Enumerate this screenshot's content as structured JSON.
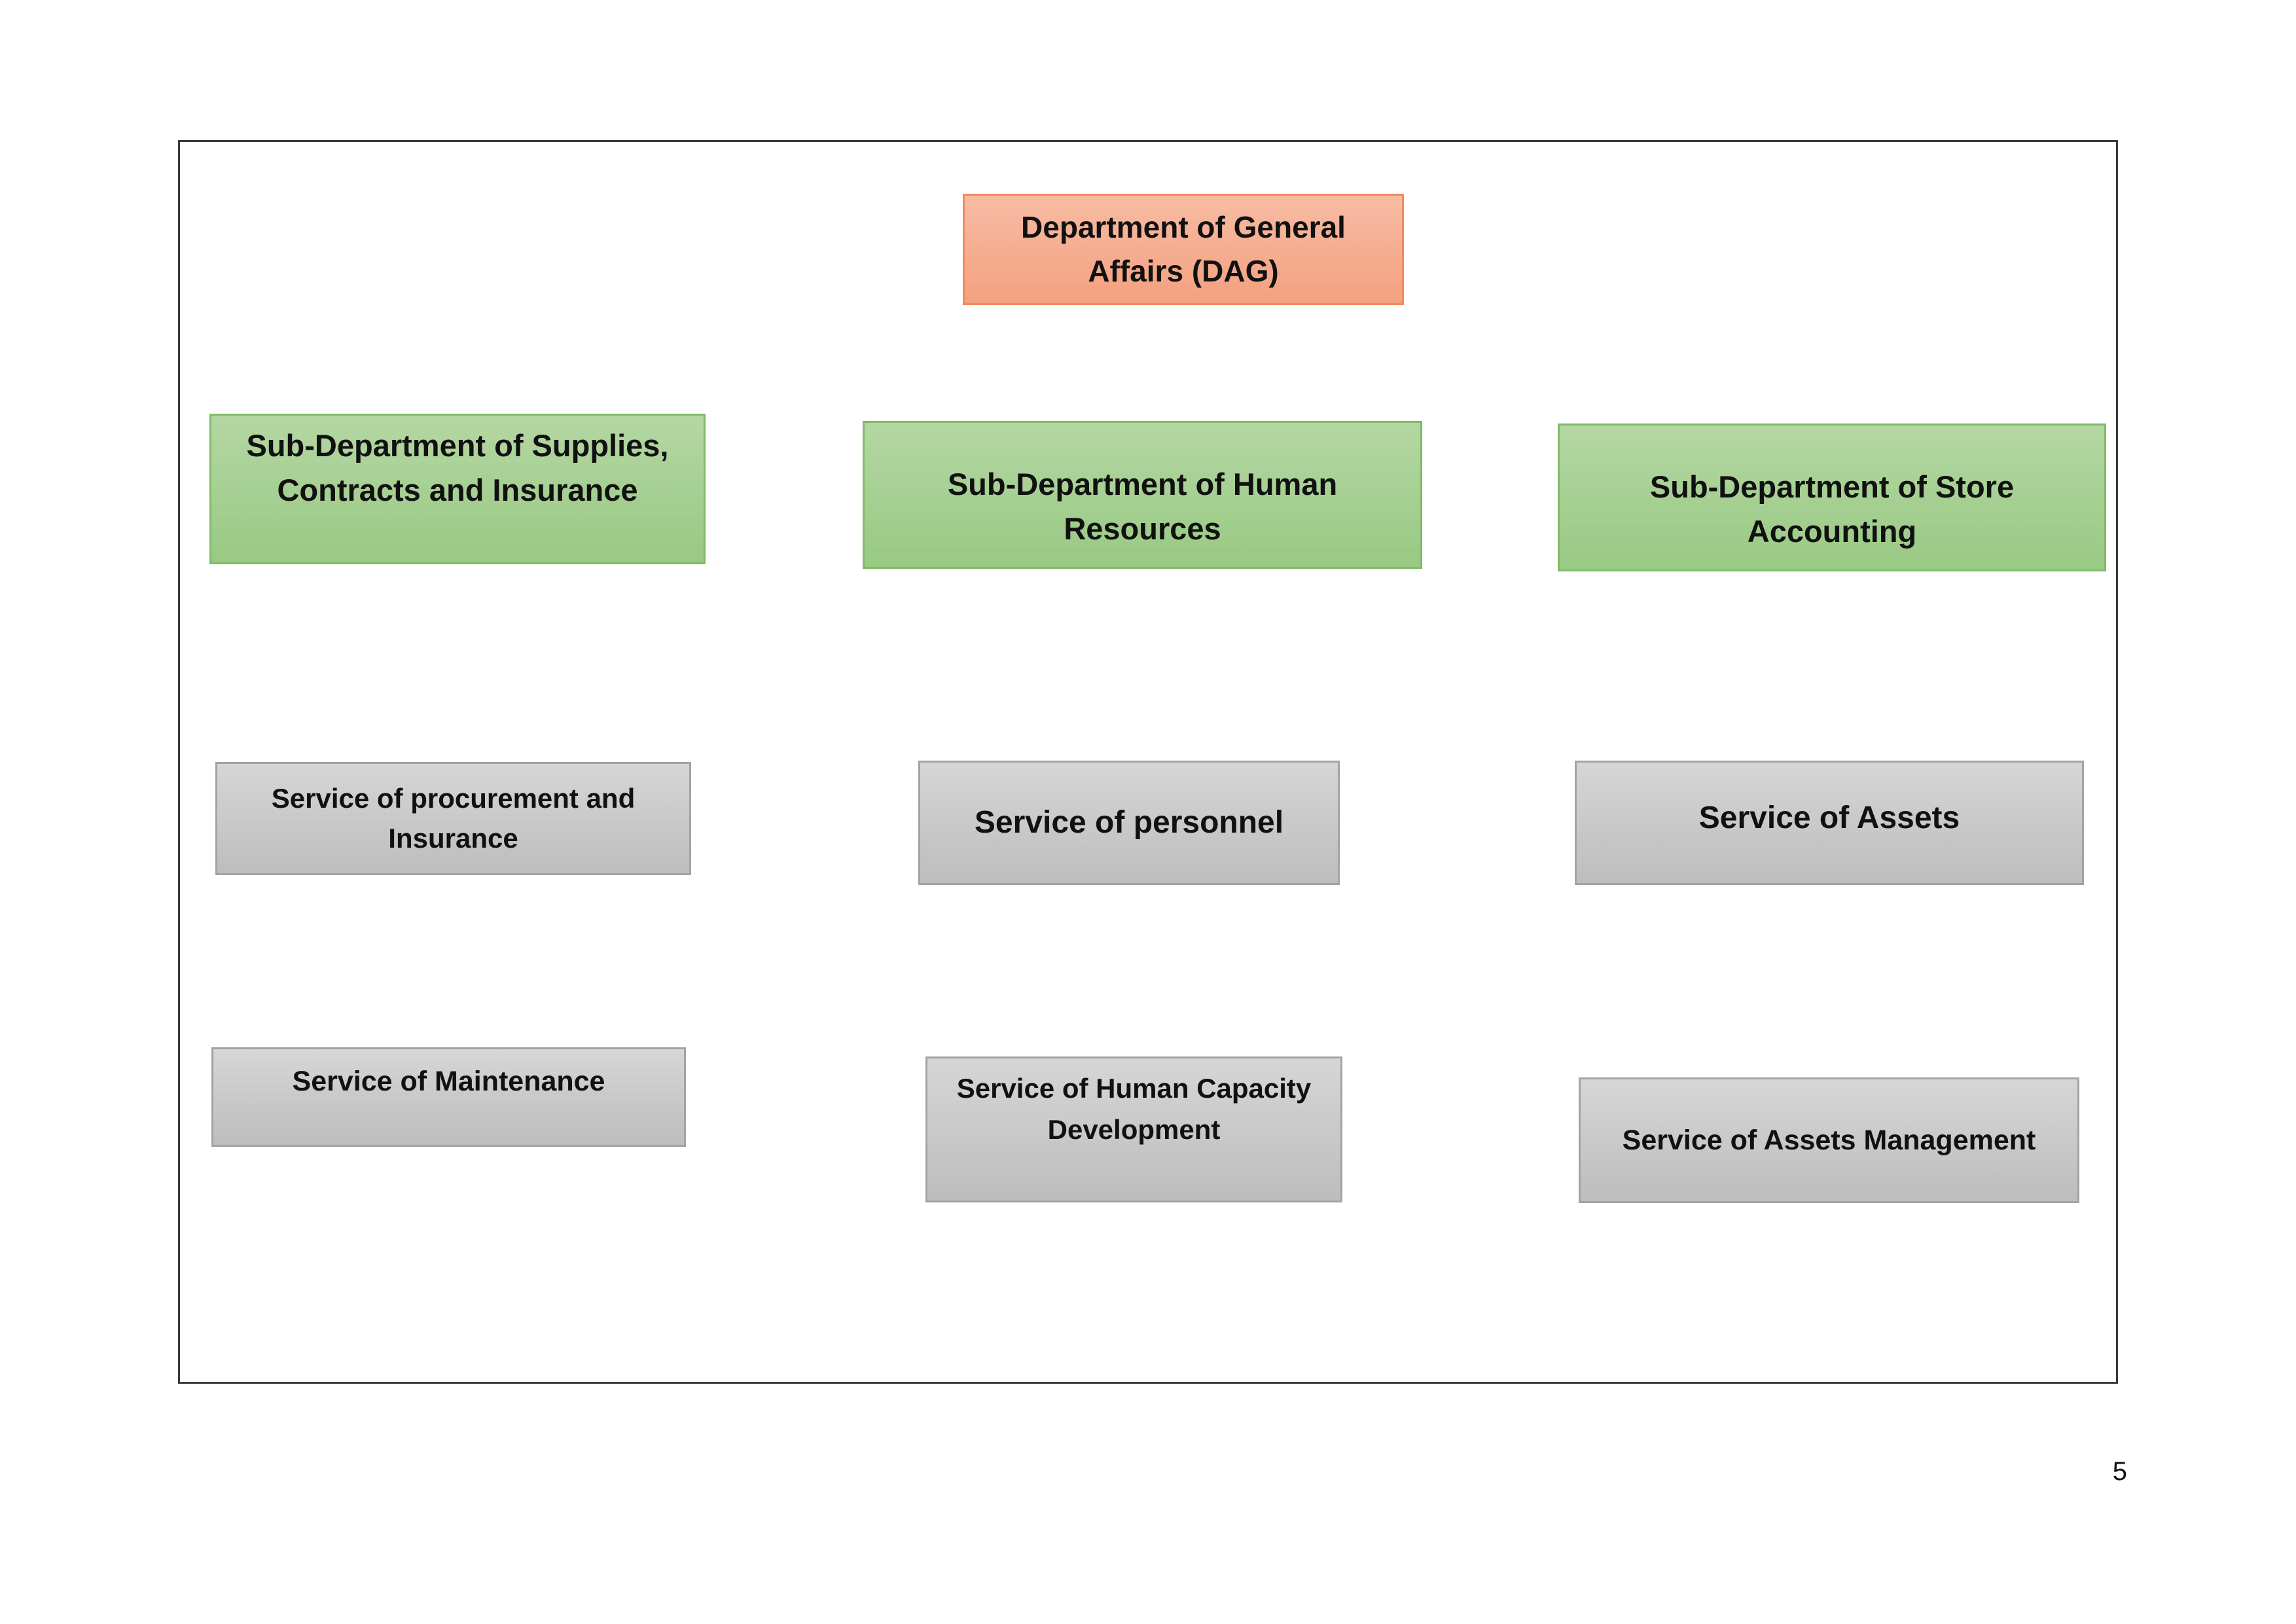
{
  "colors": {
    "top_fill": "#f4a07f",
    "top_border": "#f28a5f",
    "sub_fill": "#99c983",
    "sub_border": "#7fbc66",
    "service_fill": "#c9c9c9",
    "service_border": "#a3a3a3",
    "frame_border": "#3a3a3a"
  },
  "top": {
    "label": "Department of General Affairs (DAG)"
  },
  "sub_departments": [
    {
      "label": "Sub-Department of Supplies, Contracts and Insurance"
    },
    {
      "label": "Sub-Department of Human Resources"
    },
    {
      "label": "Sub-Department of Store Accounting"
    }
  ],
  "services": [
    {
      "label": "Service of procurement and Insurance"
    },
    {
      "label": "Service of personnel"
    },
    {
      "label": "Service of Assets"
    },
    {
      "label": "Service of Maintenance"
    },
    {
      "label": "Service of Human Capacity Development"
    },
    {
      "label": "Service of Assets Management"
    }
  ],
  "page_number": "5"
}
